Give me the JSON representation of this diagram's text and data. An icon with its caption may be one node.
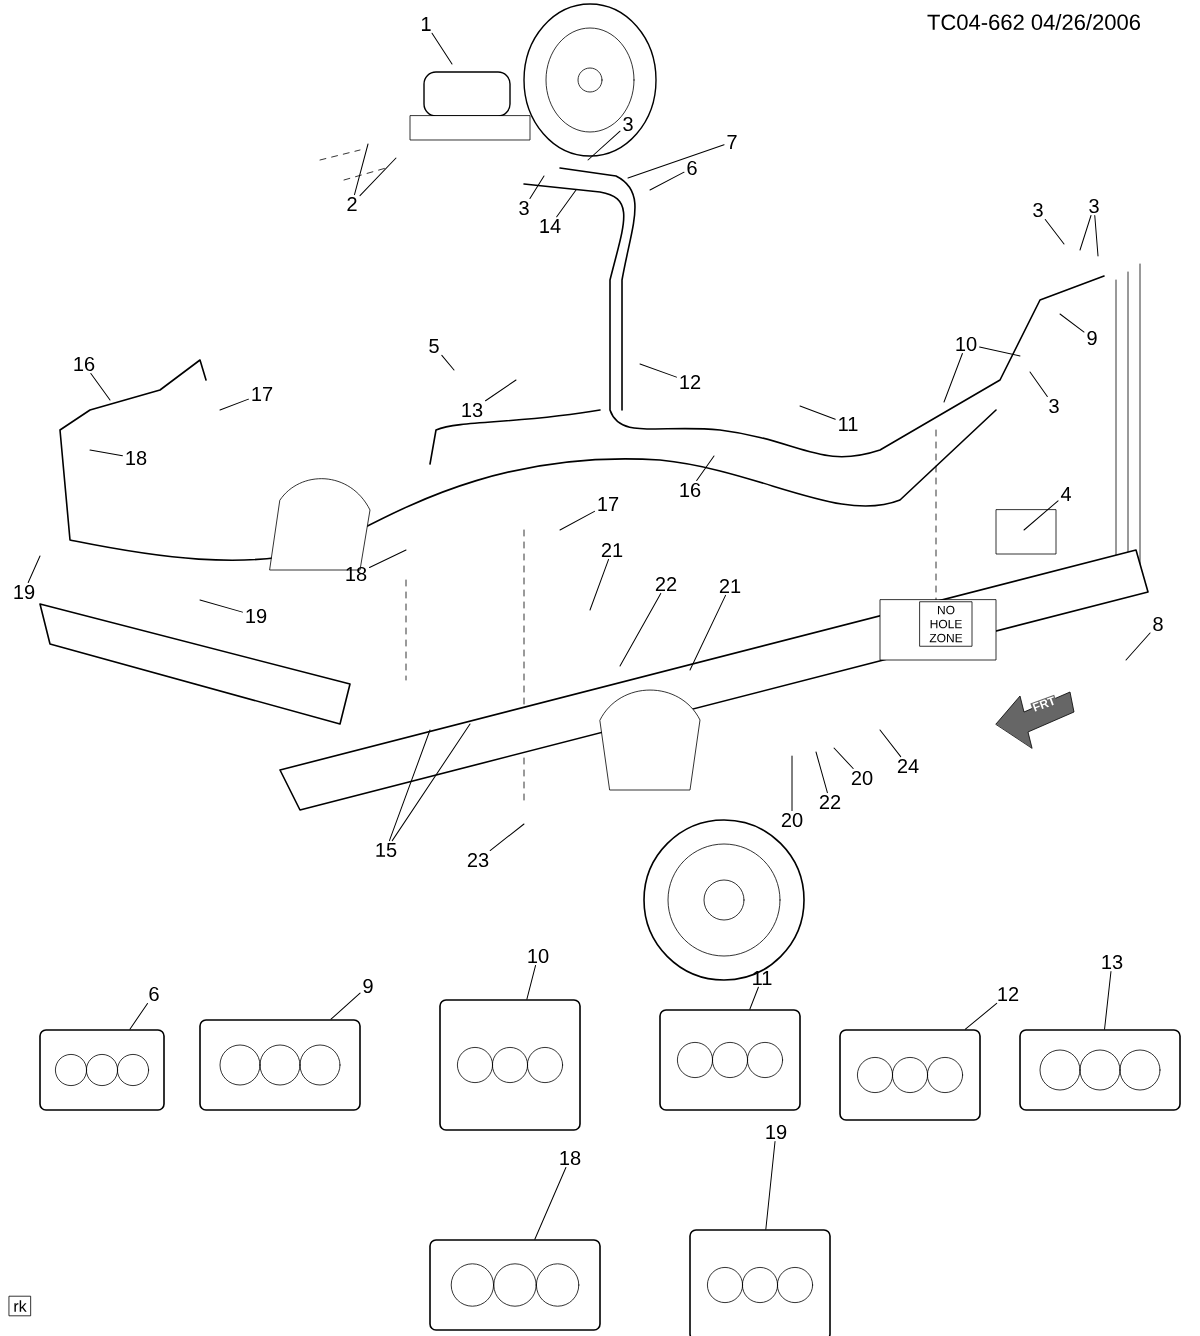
{
  "diagram": {
    "nodes": [
      {
        "text": [
          "1"
        ]
      },
      {
        "text": [
          "2"
        ]
      },
      {
        "text": [
          "3"
        ]
      },
      {
        "text": [
          "7"
        ]
      },
      {
        "text": [
          "6"
        ]
      },
      {
        "text": [
          "3"
        ]
      },
      {
        "text": [
          "14"
        ]
      },
      {
        "text": [
          "3"
        ]
      },
      {
        "text": [
          "3"
        ]
      },
      {
        "text": [
          "9"
        ]
      },
      {
        "text": [
          "10"
        ]
      },
      {
        "text": [
          "5"
        ]
      },
      {
        "text": [
          "12"
        ]
      },
      {
        "text": [
          "16"
        ]
      },
      {
        "text": [
          "17"
        ]
      },
      {
        "text": [
          "13"
        ]
      },
      {
        "text": [
          "3"
        ]
      },
      {
        "text": [
          "11"
        ]
      },
      {
        "text": [
          "18"
        ]
      },
      {
        "text": [
          "16"
        ]
      },
      {
        "text": [
          "4"
        ]
      },
      {
        "text": [
          "17"
        ]
      },
      {
        "text": [
          "21"
        ]
      },
      {
        "text": [
          "18"
        ]
      },
      {
        "text": [
          "19"
        ]
      },
      {
        "text": [
          "19"
        ]
      },
      {
        "text": [
          "22"
        ]
      },
      {
        "text": [
          "21"
        ]
      },
      {
        "text": [
          "8"
        ]
      },
      {
        "text": [
          "15"
        ]
      },
      {
        "text": [
          "20"
        ]
      },
      {
        "text": [
          "24"
        ]
      },
      {
        "text": [
          "22"
        ]
      },
      {
        "text": [
          "20"
        ]
      },
      {
        "text": [
          "23"
        ]
      },
      {
        "text": [
          "6"
        ]
      },
      {
        "text": [
          "9"
        ]
      },
      {
        "text": [
          "10"
        ]
      },
      {
        "text": [
          "11"
        ]
      },
      {
        "text": [
          "12"
        ]
      },
      {
        "text": [
          "13"
        ]
      },
      {
        "text": [
          "18"
        ]
      },
      {
        "text": [
          "19"
        ]
      },
      {
        "text": [],
        "shape": "picture"
      },
      {
        "text": [],
        "shape": "picture"
      },
      {
        "text": [],
        "shape": "picture"
      },
      {
        "text": [],
        "shape": "picture"
      },
      {
        "text": [],
        "shape": "picture"
      },
      {
        "text": [],
        "shape": "picture"
      },
      {
        "text": [],
        "shape": "picture"
      },
      {
        "text": [],
        "shape": "picture"
      }
    ],
    "edges": [
      {
        "from": 0,
        "to": null,
        "arrow": "none"
      },
      {
        "from": 1,
        "to": null,
        "arrow": "none"
      },
      {
        "from": 1,
        "to": null,
        "arrow": "none"
      },
      {
        "from": 2,
        "to": null,
        "arrow": "none"
      },
      {
        "from": 3,
        "to": null,
        "arrow": "none"
      },
      {
        "from": 4,
        "to": null,
        "arrow": "none"
      },
      {
        "from": 5,
        "to": null,
        "arrow": "none"
      },
      {
        "from": 6,
        "to": null,
        "arrow": "none"
      },
      {
        "from": 7,
        "to": null,
        "arrow": "none"
      },
      {
        "from": 8,
        "to": null,
        "arrow": "none"
      },
      {
        "from": 8,
        "to": null,
        "arrow": "none"
      },
      {
        "from": 9,
        "to": null,
        "arrow": "none"
      },
      {
        "from": 10,
        "to": null,
        "arrow": "none"
      },
      {
        "from": 10,
        "to": null,
        "arrow": "none"
      },
      {
        "from": 11,
        "to": null,
        "arrow": "none"
      },
      {
        "from": 12,
        "to": null,
        "arrow": "none"
      },
      {
        "from": 13,
        "to": null,
        "arrow": "none"
      },
      {
        "from": 14,
        "to": null,
        "arrow": "none"
      },
      {
        "from": 15,
        "to": null,
        "arrow": "none"
      },
      {
        "from": 16,
        "to": null,
        "arrow": "none"
      },
      {
        "from": 17,
        "to": null,
        "arrow": "none"
      },
      {
        "from": 18,
        "to": null,
        "arrow": "none"
      },
      {
        "from": 19,
        "to": null,
        "arrow": "none"
      },
      {
        "from": 20,
        "to": null,
        "arrow": "none"
      },
      {
        "from": 21,
        "to": null,
        "arrow": "none"
      },
      {
        "from": 22,
        "to": null,
        "arrow": "none"
      },
      {
        "from": 23,
        "to": null,
        "arrow": "none"
      },
      {
        "from": 24,
        "to": null,
        "arrow": "none"
      },
      {
        "from": 25,
        "to": null,
        "arrow": "none"
      },
      {
        "from": 26,
        "to": null,
        "arrow": "none"
      },
      {
        "from": 27,
        "to": null,
        "arrow": "none"
      },
      {
        "from": 28,
        "to": null,
        "arrow": "none"
      },
      {
        "from": 29,
        "to": null,
        "arrow": "none"
      },
      {
        "from": 29,
        "to": null,
        "arrow": "none"
      },
      {
        "from": 30,
        "to": null,
        "arrow": "none"
      },
      {
        "from": 31,
        "to": null,
        "arrow": "none"
      },
      {
        "from": 32,
        "to": null,
        "arrow": "none"
      },
      {
        "from": 33,
        "to": null,
        "arrow": "none"
      },
      {
        "from": 34,
        "to": null,
        "arrow": "none"
      },
      {
        "from": 35,
        "to": 43,
        "arrow": "none"
      },
      {
        "from": 36,
        "to": 44,
        "arrow": "none"
      },
      {
        "from": 37,
        "to": 45,
        "arrow": "none"
      },
      {
        "from": 38,
        "to": 46,
        "arrow": "none"
      },
      {
        "from": 39,
        "to": 47,
        "arrow": "none"
      },
      {
        "from": 40,
        "to": 48,
        "arrow": "none"
      },
      {
        "from": 41,
        "to": 49,
        "arrow": "none"
      },
      {
        "from": 42,
        "to": 50,
        "arrow": "none"
      }
    ],
    "labels": [
      "TC04-662 04/26/2006",
      "NO HOLE ZONE",
      "FRT",
      "rk"
    ]
  }
}
